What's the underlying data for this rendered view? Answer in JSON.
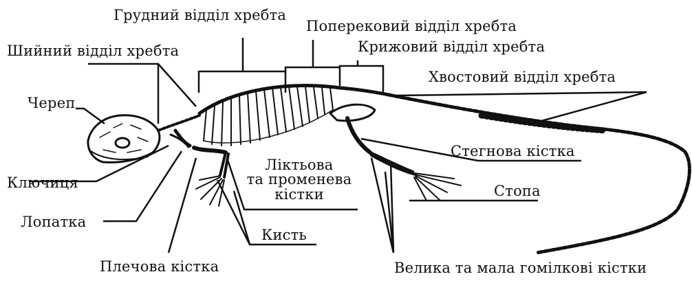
{
  "labels": {
    "thoracic": "Грудний відділ хребта",
    "lumbar": "Поперековий відділ хребта",
    "sacral": "Крижовий відділ хребта",
    "cervical": "Шийний відділ хребта",
    "caudal": "Хвостовий відділ хребта",
    "skull": "Череп",
    "clavicle": "Ключиця",
    "scapula": "Лопатка",
    "humerus": "Плечова кістка",
    "ulna_radius_1": "Ліктьова",
    "ulna_radius_2": "та променева",
    "ulna_radius_3": "кістки",
    "hand": "Кисть",
    "femur": "Стегнова кістка",
    "foot": "Стопа",
    "tibia_fibula": "Велика та мала гомілкові кістки"
  }
}
